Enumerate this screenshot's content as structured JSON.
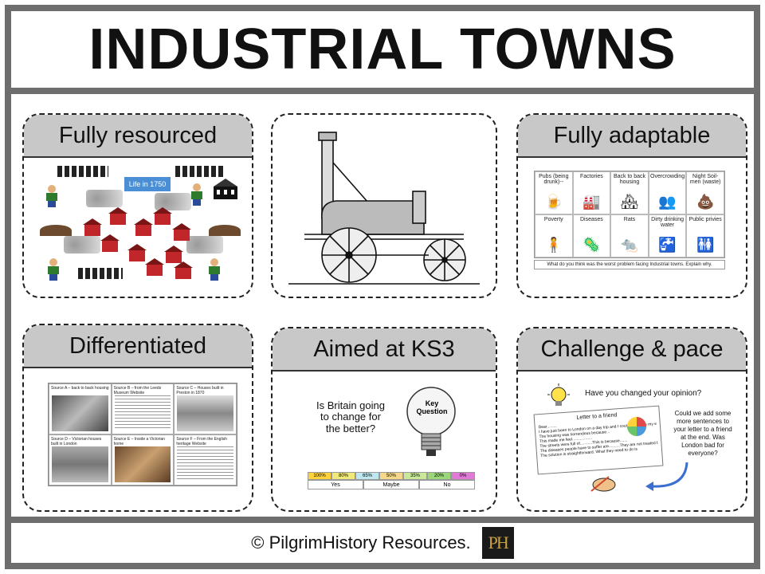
{
  "title": "INDUSTRIAL TOWNS",
  "footer": {
    "text": "© PilgrimHistory Resources.",
    "logo": "PH"
  },
  "cards": {
    "resourced": {
      "header": "Fully resourced",
      "sign": "Life in 1750"
    },
    "adaptable": {
      "header": "Fully adaptable",
      "problems": [
        "Pubs (being drunk)--",
        "Factories",
        "Back to back housing",
        "Overcrowding",
        "Night Soil-men (waste)",
        "Poverty",
        "Diseases",
        "Rats",
        "Dirty drinking water",
        "Public privies"
      ],
      "question": "What do you think was the worst problem facing Industrial towns. Explain why."
    },
    "differentiated": {
      "header": "Differentiated",
      "sources": [
        "Source A – back to back housing",
        "Source B – from the Leeds Museum Website",
        "Source C – Houses built in Preston in 1870",
        "Source D – Victorian houses built in London",
        "Source E – Inside a Victorian home",
        "Source F – From the English heritage Website"
      ]
    },
    "ks3": {
      "header": "Aimed at KS3",
      "question": "Is Britain going to change for the better?",
      "bulb_label": "Key Question",
      "scale": [
        {
          "label": "100%",
          "color": "#ffd23a"
        },
        {
          "label": "80%",
          "color": "#f0e878"
        },
        {
          "label": "65%",
          "color": "#bfe7f0"
        },
        {
          "label": "50%",
          "color": "#f7d88a"
        },
        {
          "label": "35%",
          "color": "#c9e89a"
        },
        {
          "label": "20%",
          "color": "#9ad67a"
        },
        {
          "label": "0%",
          "color": "#e07ad6"
        }
      ],
      "answers": [
        "Yes",
        "Maybe",
        "No"
      ]
    },
    "challenge": {
      "header": "Challenge & pace",
      "opinion": "Have you changed your opinion?",
      "letter_title": "Letter to a friend",
      "letter_lines": [
        "Dear.........",
        "I have just been to London on a day trip and I couldn't believe my eyes.",
        "The housing was horrendous because...",
        "This made me feel..................",
        "The streets were full of...........This is because.......",
        "The diseases people have to suffer are..........They are not treated because.....",
        "The solution is straightforward. What they need to do is"
      ],
      "side_question": "Could we add some more sentences to your letter to a friend at the end. Was London bad for everyone?"
    }
  }
}
